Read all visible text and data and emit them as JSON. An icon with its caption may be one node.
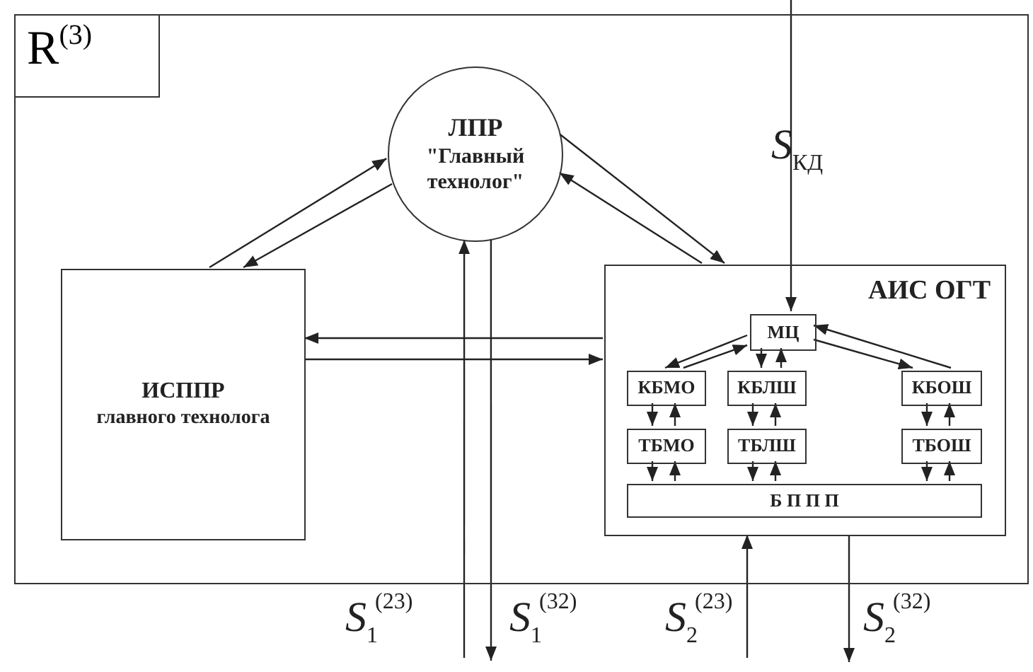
{
  "diagram": {
    "nodes": [
      {
        "text": [
          "R$^{(3)}$"
        ]
      },
      {
        "text": [
          "ЛПР",
          "\"Главный технолог\""
        ],
        "in": 0
      },
      {
        "text": [
          "ИСППР",
          "главного технолога"
        ],
        "in": 0
      },
      {
        "text": [
          "АИС ОГТ"
        ],
        "in": 0
      },
      {
        "text": [
          "МЦ"
        ],
        "in": 3
      },
      {
        "text": [
          "КБМО"
        ],
        "in": 3
      },
      {
        "text": [
          "КБЛШ"
        ],
        "in": 3
      },
      {
        "text": [
          "КБОШ"
        ],
        "in": 3
      },
      {
        "text": [
          "ТБМО"
        ],
        "in": 3
      },
      {
        "text": [
          "ТБЛШ"
        ],
        "in": 3
      },
      {
        "text": [
          "ТБОШ"
        ],
        "in": 3
      },
      {
        "text": [
          "Б П П П"
        ],
        "in": 3
      }
    ],
    "edges": [
      {
        "from": 2,
        "to": 1,
        "arrow": "to"
      },
      {
        "from": 1,
        "to": 2,
        "arrow": "to"
      },
      {
        "from": 1,
        "to": 3,
        "arrow": "to"
      },
      {
        "from": 3,
        "to": 1,
        "arrow": "to"
      },
      {
        "from": 3,
        "to": 2,
        "arrow": "to"
      },
      {
        "from": 2,
        "to": 3,
        "arrow": "to"
      },
      {
        "from": null,
        "to": 1,
        "arrow": "to",
        "label": "*S*$_{1}$$^{(23)}$"
      },
      {
        "from": 1,
        "to": null,
        "arrow": "to",
        "label": "*S*$_{1}$$^{(32)}$"
      },
      {
        "from": null,
        "to": 4,
        "arrow": "to",
        "label": "*S*$_{КД}$"
      },
      {
        "from": null,
        "to": 3,
        "arrow": "to",
        "label": "*S*$_{2}$$^{(23)}$"
      },
      {
        "from": 3,
        "to": null,
        "arrow": "to",
        "label": "*S*$_{2}$$^{(32)}$"
      },
      {
        "from": 4,
        "to": 5,
        "arrow": "to"
      },
      {
        "from": 5,
        "to": 4,
        "arrow": "to"
      },
      {
        "from": 4,
        "to": 6,
        "arrow": "to"
      },
      {
        "from": 6,
        "to": 4,
        "arrow": "to"
      },
      {
        "from": 4,
        "to": 7,
        "arrow": "to"
      },
      {
        "from": 7,
        "to": 4,
        "arrow": "to"
      },
      {
        "from": 5,
        "to": 8,
        "arrow": "to"
      },
      {
        "from": 8,
        "to": 5,
        "arrow": "to"
      },
      {
        "from": 6,
        "to": 9,
        "arrow": "to"
      },
      {
        "from": 9,
        "to": 6,
        "arrow": "to"
      },
      {
        "from": 7,
        "to": 10,
        "arrow": "to"
      },
      {
        "from": 10,
        "to": 7,
        "arrow": "to"
      },
      {
        "from": 8,
        "to": 11,
        "arrow": "to"
      },
      {
        "from": 11,
        "to": 8,
        "arrow": "to"
      },
      {
        "from": 9,
        "to": 11,
        "arrow": "to"
      },
      {
        "from": 11,
        "to": 9,
        "arrow": "to"
      },
      {
        "from": 10,
        "to": 11,
        "arrow": "to"
      },
      {
        "from": 11,
        "to": 10,
        "arrow": "to"
      }
    ]
  }
}
